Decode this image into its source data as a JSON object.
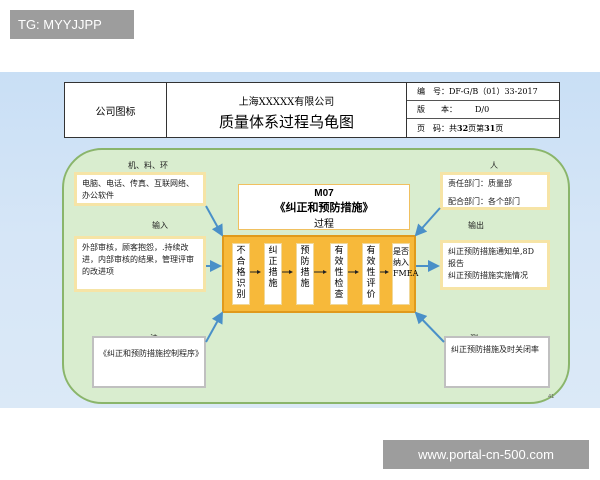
{
  "tag": "TG: MYYJJPP",
  "watermark": "www.portal-cn-500.com",
  "header": {
    "logo": "公司图标",
    "company": "上海XXXXX有限公司",
    "title": "质量体系过程乌龟图",
    "code_label": "编　号：",
    "code_value": "DF-G/B（01）33-2017",
    "version_label": "版　　本：",
    "version_value": "D/0",
    "page_text_prefix": "页　码：共",
    "page_total": "32",
    "page_mid": "页第",
    "page_current": "31",
    "page_suffix": "页"
  },
  "turtle": {
    "resources_label": "机、料、环",
    "resources_text": "电脑、电话、传真、互联网络、办公软件",
    "people_label": "人",
    "people_line1": "责任部门：质量部",
    "people_line2": "配合部门：各个部门",
    "input_label": "输入",
    "input_text": "外部审核，顾客抱怨，.持续改进，内部审核的结果，管理评审的改进项",
    "output_label": "输出",
    "output_text": "纠正预防措施通知单,8D报告\n纠正预防措施实施情况",
    "method_label": "法",
    "method_text": "《纠正和预防措施控制程序》",
    "measure_label": "测",
    "measure_text": "纠正预防措施及时关闭率",
    "process_code": "M07",
    "process_name": "《纠正和预防措施》",
    "process_sub": "过程",
    "steps": [
      "不合格识别",
      "纠正措施",
      "预防措施",
      "有效性检查",
      "有效性评价",
      "是否纳入FMEA"
    ]
  },
  "page_number": "41",
  "colors": {
    "slide_bg": "#d6e6f7",
    "turtle_bg": "#d9edcf",
    "process_bg": "#f7b93a",
    "arrow": "#4a90c8"
  }
}
